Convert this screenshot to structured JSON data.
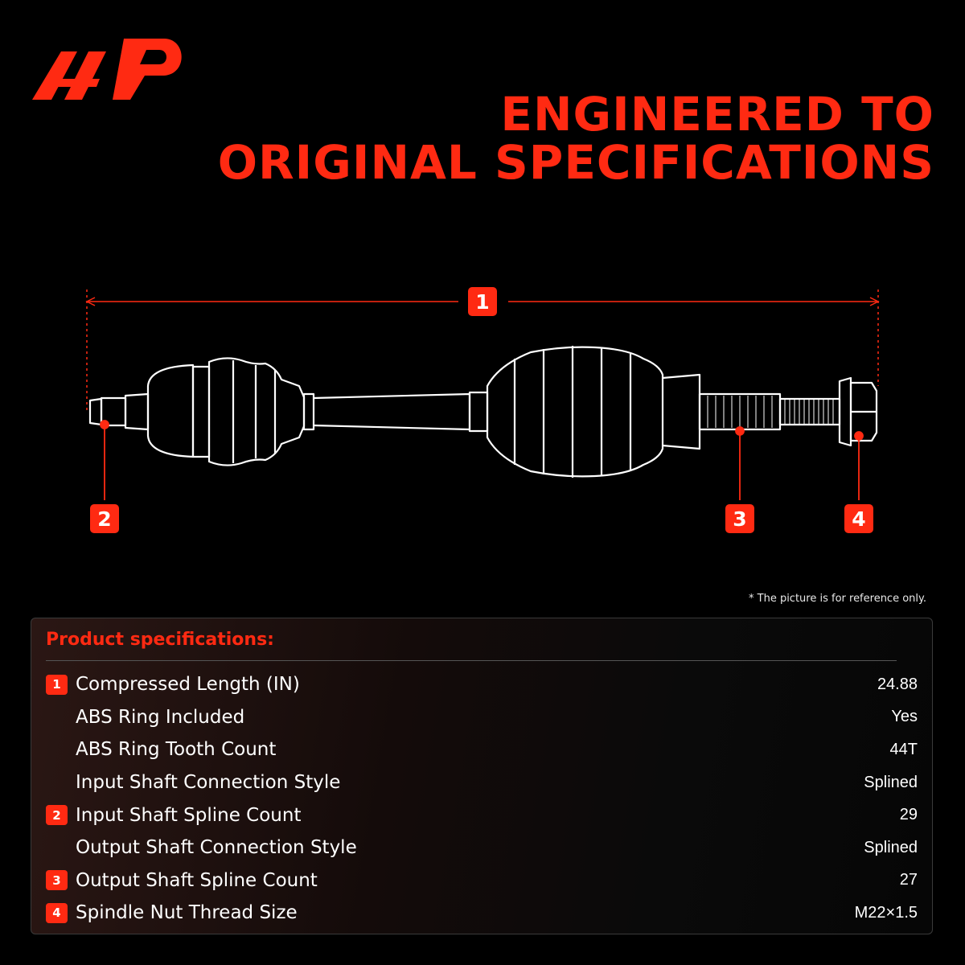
{
  "brand": {
    "accent": "#ff2a12",
    "logo_icon": "a-premium-logo"
  },
  "headline": {
    "line1": "ENGINEERED TO",
    "line2": "ORIGINAL SPECIFICATIONS"
  },
  "diagram": {
    "callouts": [
      {
        "label": "1",
        "meaning": "overall length"
      },
      {
        "label": "2",
        "meaning": "input shaft spline"
      },
      {
        "label": "3",
        "meaning": "output shaft spline"
      },
      {
        "label": "4",
        "meaning": "spindle nut"
      }
    ]
  },
  "note": "* The picture is for reference only.",
  "specs": {
    "title": "Product specifications:",
    "rows": [
      {
        "badge": "1",
        "label": "Compressed Length (IN)",
        "value": "24.88"
      },
      {
        "badge": "",
        "label": "ABS Ring Included",
        "value": "Yes"
      },
      {
        "badge": "",
        "label": "ABS Ring Tooth Count",
        "value": "44T"
      },
      {
        "badge": "",
        "label": "Input Shaft Connection Style",
        "value": "Splined"
      },
      {
        "badge": "2",
        "label": "Input Shaft Spline Count",
        "value": "29"
      },
      {
        "badge": "",
        "label": "Output Shaft Connection Style",
        "value": "Splined"
      },
      {
        "badge": "3",
        "label": "Output Shaft Spline Count",
        "value": "27"
      },
      {
        "badge": "4",
        "label": "Spindle Nut Thread Size",
        "value": "M22×1.5"
      }
    ]
  }
}
